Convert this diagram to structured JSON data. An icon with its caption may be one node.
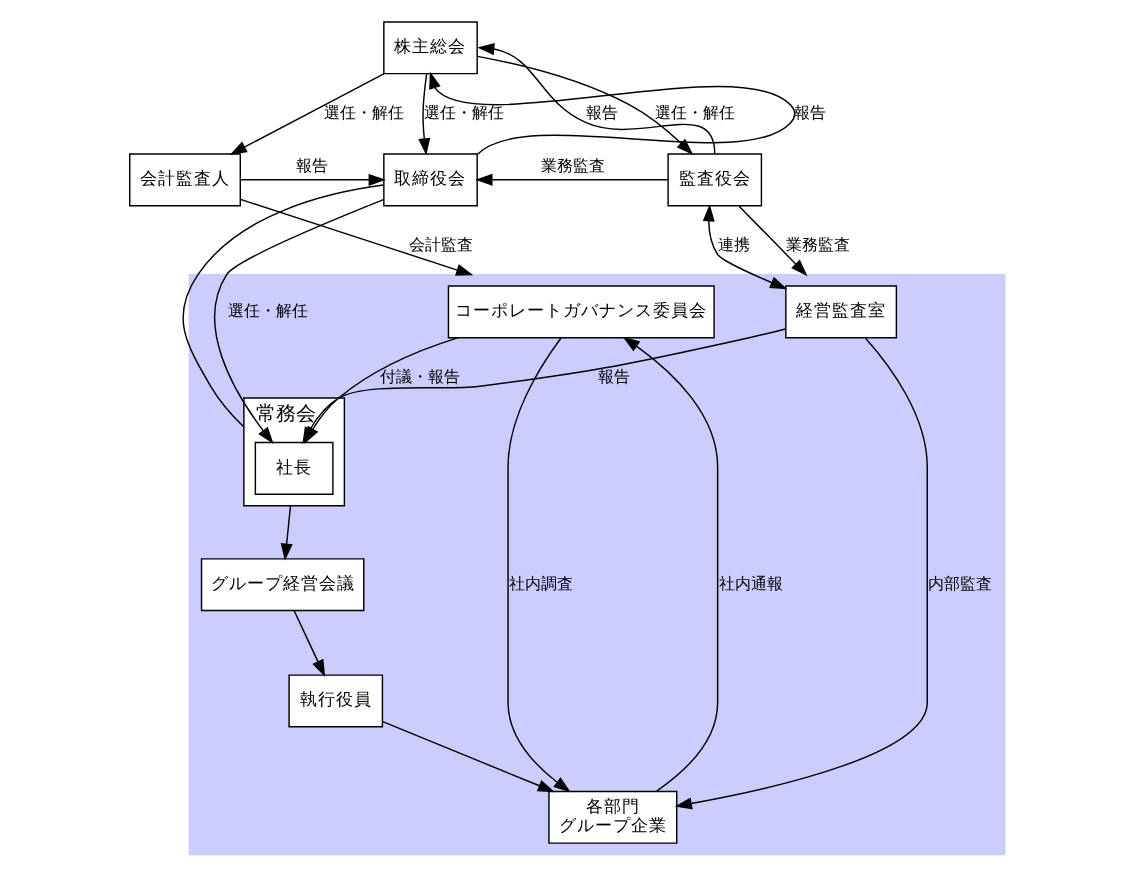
{
  "diagram": {
    "nodes": [
      {
        "text": [
          "株主総会"
        ]
      },
      {
        "text": [
          "会計監査人"
        ]
      },
      {
        "text": [
          "取締役会"
        ]
      },
      {
        "text": [
          "監査役会"
        ]
      },
      {
        "text": [],
        "shape": "box"
      },
      {
        "text": [
          "コーポレートガバナンス委員会"
        ],
        "in": 4
      },
      {
        "text": [
          "常務会"
        ],
        "in": 4
      },
      {
        "text": [
          "社長"
        ],
        "in": 6
      },
      {
        "text": [
          "経営監査室"
        ],
        "in": 4
      },
      {
        "text": [
          "グループ経営会議"
        ],
        "in": 4
      },
      {
        "text": [
          "執行役員"
        ],
        "in": 4
      },
      {
        "text": [
          "各部門",
          "グループ企業"
        ],
        "in": 4
      }
    ],
    "edges": [
      {
        "from": 0,
        "to": 1,
        "arrow": "to",
        "label": "選任・解任"
      },
      {
        "from": 2,
        "to": 0,
        "arrow": "to",
        "label": "報告"
      },
      {
        "from": 0,
        "to": 2,
        "arrow": "to",
        "label": "選任・解任"
      },
      {
        "from": 3,
        "to": 0,
        "arrow": "to",
        "label": "報告"
      },
      {
        "from": 0,
        "to": 3,
        "arrow": "to",
        "label": "選任・解任"
      },
      {
        "from": 1,
        "to": 2,
        "arrow": "to",
        "label": "報告"
      },
      {
        "from": 3,
        "to": 2,
        "arrow": "to",
        "label": "業務監査"
      },
      {
        "from": 1,
        "to": 4,
        "arrow": "to",
        "label": "会計監査"
      },
      {
        "from": 3,
        "to": 8,
        "arrow": "both",
        "label": "連携"
      },
      {
        "from": 3,
        "to": 4,
        "arrow": "to",
        "label": "業務監査"
      },
      {
        "from": 2,
        "to": 7,
        "arrow": "to",
        "label": "選任・解任"
      },
      {
        "from": 2,
        "to": 6,
        "arrow": "none"
      },
      {
        "from": 8,
        "to": 7,
        "arrow": "to",
        "label": "報告"
      },
      {
        "from": 5,
        "to": 7,
        "arrow": "to",
        "label": "付議・報告"
      },
      {
        "from": 6,
        "to": 9,
        "arrow": "to"
      },
      {
        "from": 9,
        "to": 10,
        "arrow": "to"
      },
      {
        "from": 10,
        "to": 11,
        "arrow": "to"
      },
      {
        "from": 5,
        "to": 11,
        "arrow": "to",
        "label": "社内調査"
      },
      {
        "from": 11,
        "to": 5,
        "arrow": "to",
        "label": "社内通報"
      },
      {
        "from": 8,
        "to": 11,
        "arrow": "to",
        "label": "内部監査"
      }
    ]
  }
}
